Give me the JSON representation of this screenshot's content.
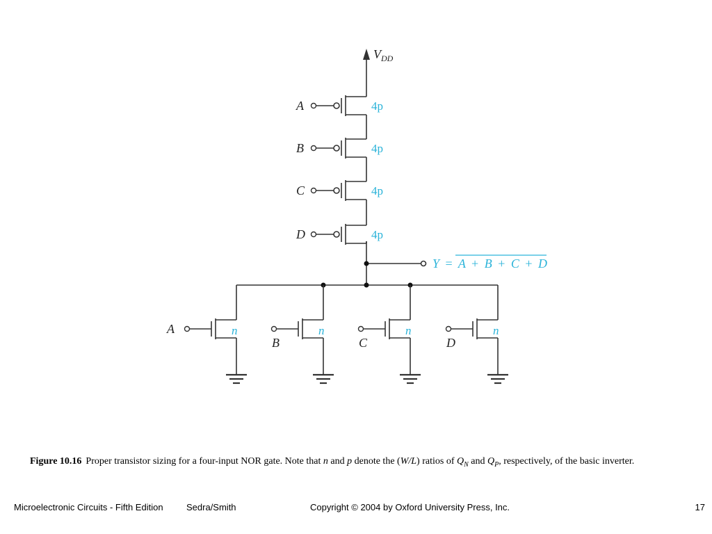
{
  "circuit": {
    "supply": {
      "symbol": "V",
      "subscript": "DD"
    },
    "pmos": [
      {
        "input": "A",
        "size": "4p"
      },
      {
        "input": "B",
        "size": "4p"
      },
      {
        "input": "C",
        "size": "4p"
      },
      {
        "input": "D",
        "size": "4p"
      }
    ],
    "nmos": [
      {
        "input": "A",
        "size": "n"
      },
      {
        "input": "B",
        "size": "n"
      },
      {
        "input": "C",
        "size": "n"
      },
      {
        "input": "D",
        "size": "n"
      }
    ],
    "output": {
      "lhs": "Y",
      "eq": "=",
      "rhs_terms": [
        "A",
        "B",
        "C",
        "D"
      ],
      "op": "+"
    },
    "colors": {
      "wire": "#333333",
      "size_label": "#2bb3d9"
    }
  },
  "caption": {
    "figure_label": "Figure 10.16",
    "text_1": "Proper transistor sizing for a four-input NOR gate. Note that ",
    "n": "n",
    "and_1": " and ",
    "p": "p",
    "text_2": " denote the (",
    "wl": "W/L",
    "text_3": ") ratios of ",
    "q": "Q",
    "qn_sub": "N",
    "and_2": " and ",
    "qp_sub": "P",
    "text_4": ", respectively, of the basic inverter."
  },
  "footer": {
    "book": "Microelectronic Circuits - Fifth Edition",
    "authors": "Sedra/Smith",
    "copyright": "Copyright © 2004 by Oxford University Press, Inc.",
    "page": "17"
  }
}
